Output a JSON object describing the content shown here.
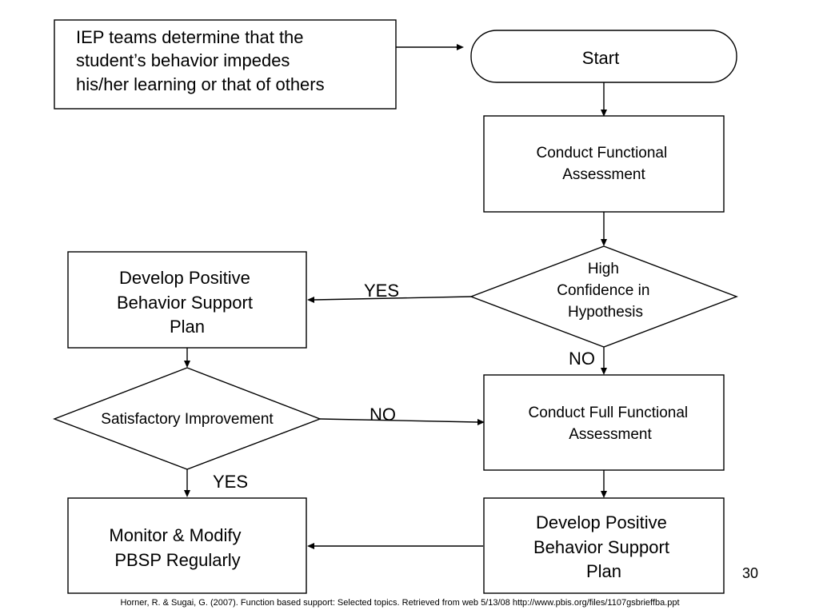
{
  "nodes": {
    "iep_note": {
      "lines": [
        "IEP teams determine that the",
        "student’s behavior impedes",
        "his/her learning or that of others"
      ]
    },
    "start": {
      "lines": [
        "Start"
      ]
    },
    "conduct_fa": {
      "lines": [
        "Conduct Functional",
        "Assessment"
      ]
    },
    "high_confidence": {
      "lines": [
        "High",
        "Confidence in",
        "Hypothesis"
      ]
    },
    "develop_pbsp_left": {
      "lines": [
        "Develop Positive",
        "Behavior Support",
        "Plan"
      ]
    },
    "satisfactory": {
      "lines": [
        "Satisfactory Improvement"
      ]
    },
    "conduct_full_fa": {
      "lines": [
        "Conduct Full Functional",
        "Assessment"
      ]
    },
    "develop_pbsp_right": {
      "lines": [
        "Develop Positive",
        "Behavior Support",
        "Plan"
      ]
    },
    "monitor": {
      "lines": [
        "Monitor & Modify",
        "PBSP Regularly"
      ]
    }
  },
  "edge_labels": {
    "hc_yes": "YES",
    "hc_no": "NO",
    "sat_no": "NO",
    "sat_yes": "YES"
  },
  "slide_number": "30",
  "citation": "Horner, R. & Sugai, G. (2007). Function based support: Selected topics. Retrieved from web 5/13/08 http://www.pbis.org/files/1107gsbrieffba.ppt"
}
